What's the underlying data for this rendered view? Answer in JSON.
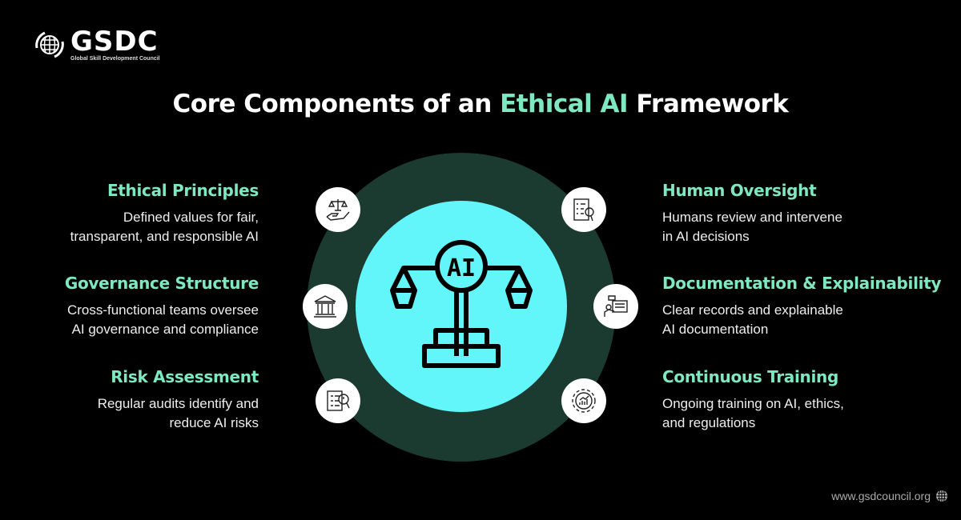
{
  "brand": {
    "name": "GSDC",
    "subtitle": "Global Skill Development Council"
  },
  "title": {
    "prefix": "Core Components of an ",
    "accent": "Ethical AI",
    "suffix": " Framework"
  },
  "center": {
    "label": "AI"
  },
  "left_items": [
    {
      "heading": "Ethical Principles",
      "line1": "Defined values for fair,",
      "line2": "transparent, and responsible AI",
      "icon": "scales-hand-icon"
    },
    {
      "heading": "Governance Structure",
      "line1": "Cross-functional teams oversee",
      "line2": "AI governance and compliance",
      "icon": "institution-icon"
    },
    {
      "heading": "Risk Assessment",
      "line1": "Regular audits identify and",
      "line2": "reduce AI risks",
      "icon": "risk-audit-icon"
    }
  ],
  "right_items": [
    {
      "heading": "Human Oversight",
      "line1": "Humans review and intervene",
      "line2": "in AI decisions",
      "icon": "checklist-review-icon"
    },
    {
      "heading": "Documentation & Explainability",
      "line1": "Clear records and explainable",
      "line2": "AI documentation",
      "icon": "presentation-icon"
    },
    {
      "heading": "Continuous Training",
      "line1": "Ongoing training on AI, ethics,",
      "line2": "and regulations",
      "icon": "gear-growth-icon"
    }
  ],
  "footer": {
    "url": "www.gsdcouncil.org"
  },
  "colors": {
    "accent": "#7ee8c0",
    "outer_ring": "#1b3a30",
    "inner_circle": "#62f6fa",
    "background": "#000000"
  }
}
